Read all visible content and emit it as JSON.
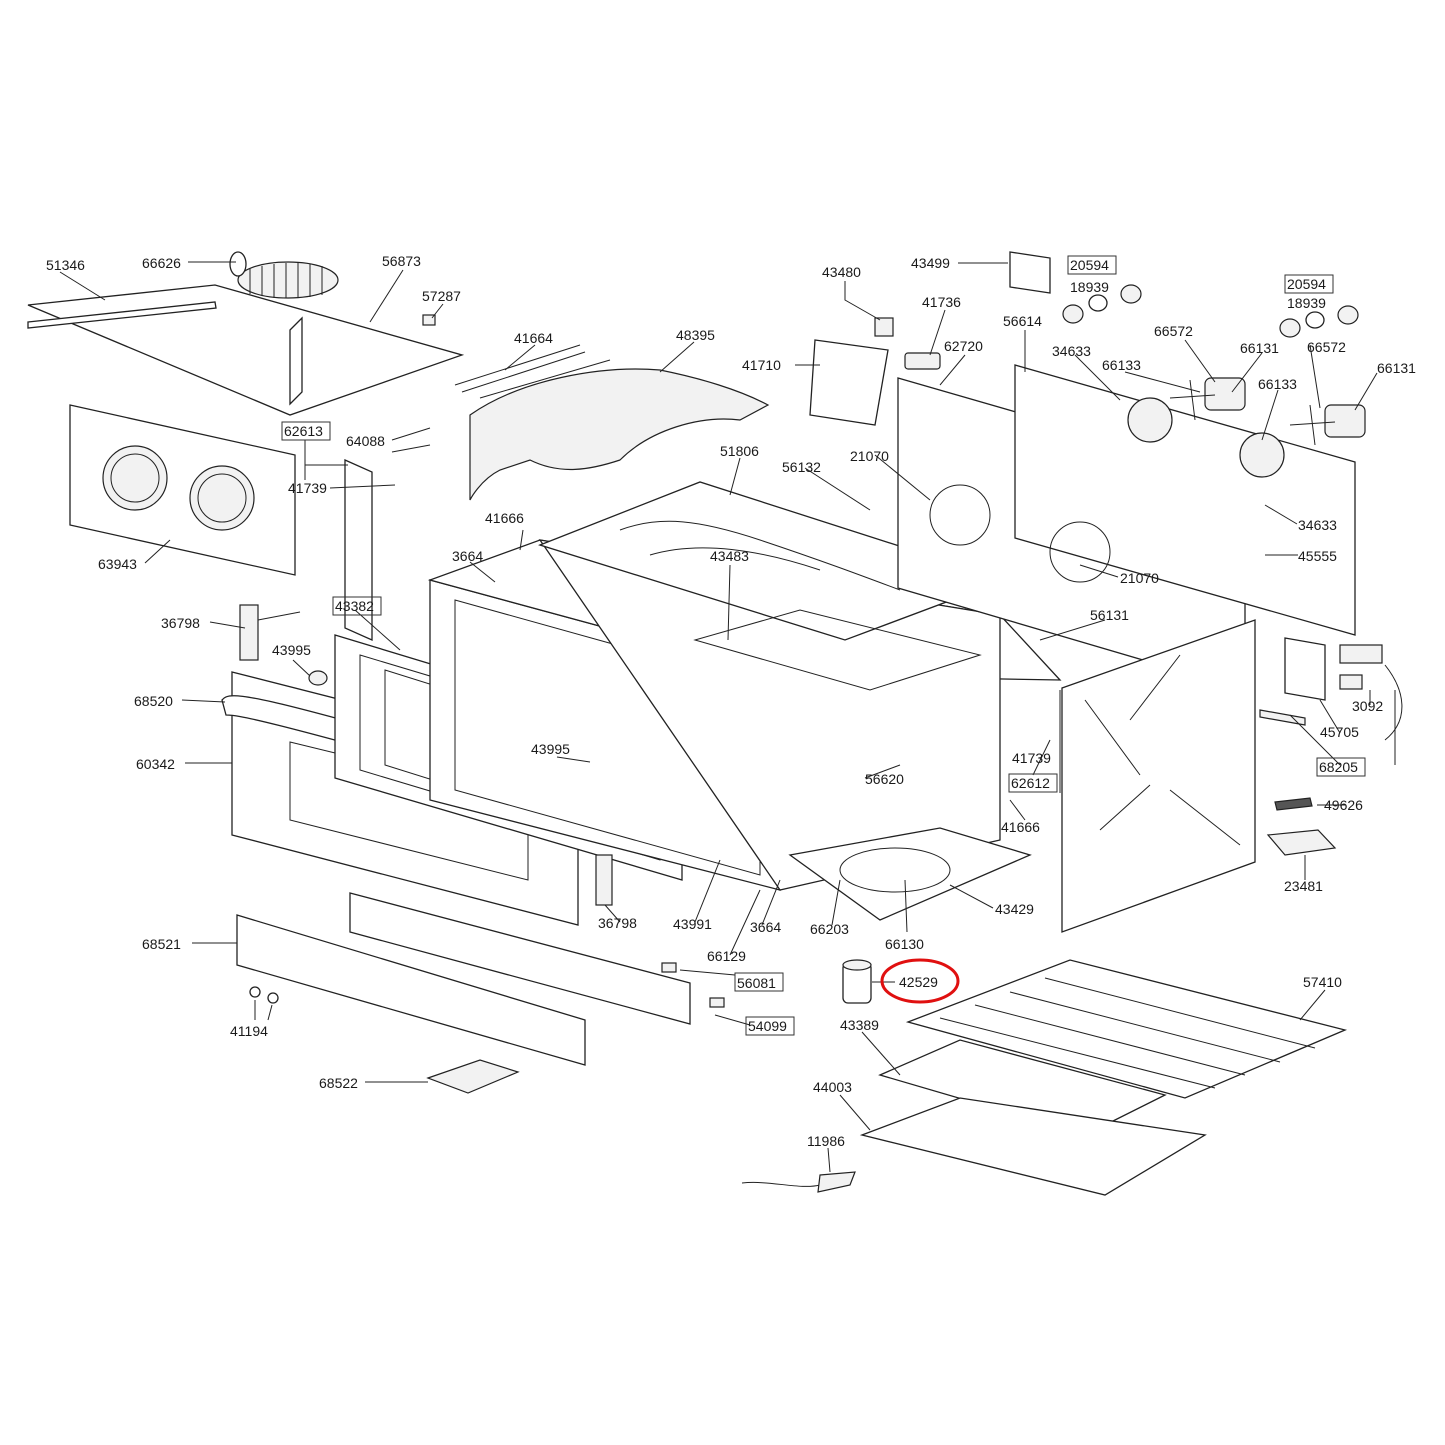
{
  "parts": {
    "p51346": "51346",
    "p66626": "66626",
    "p56873": "56873",
    "p57287": "57287",
    "p41664": "41664",
    "p48395": "48395",
    "p62613": "62613",
    "p64088": "64088",
    "p41739a": "41739",
    "p63943": "63943",
    "p43480": "43480",
    "p43499": "43499",
    "p20594a": "20594",
    "p18939a": "18939",
    "p41736": "41736",
    "p41710": "41710",
    "p62720": "62720",
    "p56614": "56614",
    "p34633a": "34633",
    "p66133a": "66133",
    "p66572a": "66572",
    "p66131a": "66131",
    "p20594b": "20594",
    "p18939b": "18939",
    "p66572b": "66572",
    "p66131b": "66131",
    "p66133b": "66133",
    "p34633b": "34633",
    "p45555": "45555",
    "p51806": "51806",
    "p56132": "56132",
    "p21070a": "21070",
    "p21070b": "21070",
    "p41666a": "41666",
    "p3664a": "3664",
    "p43483": "43483",
    "p56131": "56131",
    "p36798a": "36798",
    "p43382": "43382",
    "p43995a": "43995",
    "p68520": "68520",
    "p60342": "60342",
    "p43995b": "43995",
    "p56620": "56620",
    "p41739b": "41739",
    "p62612": "62612",
    "p41666b": "41666",
    "p45705": "45705",
    "p3092": "3092",
    "p68205": "68205",
    "p49626": "49626",
    "p23481": "23481",
    "p36798b": "36798",
    "p43991": "43991",
    "p3664b": "3664",
    "p66203": "66203",
    "p66130": "66130",
    "p43429": "43429",
    "p66129": "66129",
    "p68521": "68521",
    "p56081": "56081",
    "p42529": "42529",
    "p57410": "57410",
    "p41194": "41194",
    "p54099": "54099",
    "p43389": "43389",
    "p68522": "68522",
    "p44003": "44003",
    "p11986": "11986"
  },
  "highlight_color": "#e01010"
}
